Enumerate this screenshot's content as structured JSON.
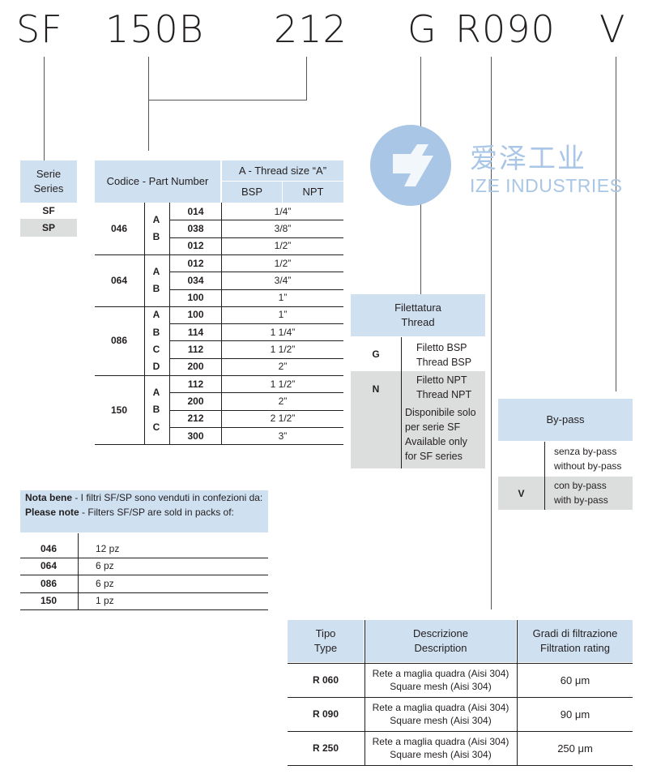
{
  "code": {
    "sf": "SF",
    "size": "150B",
    "num": "212",
    "thread": "G",
    "rating": "R090",
    "bypass": "V"
  },
  "logo": {
    "cn": "爱泽工业",
    "en": "IZE INDUSTRIES"
  },
  "series": {
    "header": [
      "Serie",
      "Series"
    ],
    "rows": [
      "SF",
      "SP"
    ]
  },
  "codes": {
    "header_code": "Codice - Part Number",
    "header_thread": "A - Thread size “A”",
    "bsp": "BSP",
    "npt": "NPT",
    "groups": [
      {
        "code": "046",
        "letters": [
          "A",
          "B"
        ],
        "rows": [
          {
            "n": "014",
            "t": "1/4”"
          },
          {
            "n": "038",
            "t": "3/8”"
          },
          {
            "n": "012",
            "t": "1/2”"
          }
        ]
      },
      {
        "code": "064",
        "letters": [
          "A",
          "B"
        ],
        "rows": [
          {
            "n": "012",
            "t": "1/2”"
          },
          {
            "n": "034",
            "t": "3/4”"
          },
          {
            "n": "100",
            "t": "1”"
          }
        ]
      },
      {
        "code": "086",
        "letters": [
          "A",
          "B",
          "C",
          "D"
        ],
        "rows": [
          {
            "n": "100",
            "t": "1”"
          },
          {
            "n": "114",
            "t": "1 1/4”"
          },
          {
            "n": "112",
            "t": "1 1/2”"
          },
          {
            "n": "200",
            "t": "2”"
          }
        ]
      },
      {
        "code": "150",
        "letters": [
          "A",
          "B",
          "C"
        ],
        "rows": [
          {
            "n": "112",
            "t": "1 1/2”"
          },
          {
            "n": "200",
            "t": "2”"
          },
          {
            "n": "212",
            "t": "2 1/2”"
          },
          {
            "n": "300",
            "t": "3”"
          }
        ]
      }
    ]
  },
  "thread": {
    "header": [
      "Filettatura",
      "Thread"
    ],
    "g": {
      "key": "G",
      "lines": [
        "Filetto BSP",
        "Thread BSP"
      ]
    },
    "n": {
      "key": "N",
      "lines": [
        "Filetto NPT",
        "Thread NPT",
        "Disponibile solo",
        "per serie SF",
        "Available only",
        "for SF series"
      ]
    }
  },
  "bypass": {
    "header": "By-pass",
    "none": {
      "key": "",
      "lines": [
        "senza by-pass",
        "without by-pass"
      ]
    },
    "v": {
      "key": "V",
      "lines": [
        "con by-pass",
        "with by-pass"
      ]
    }
  },
  "note": {
    "it_bold": "Nota bene",
    "it_rest": " - I filtri SF/SP sono venduti in confezioni da:",
    "en_bold": "Please note",
    "en_rest": " - Filters SF/SP are sold in packs of:",
    "rows": [
      {
        "c": "046",
        "q": "12 pz"
      },
      {
        "c": "064",
        "q": "6 pz"
      },
      {
        "c": "086",
        "q": "6 pz"
      },
      {
        "c": "150",
        "q": "1 pz"
      }
    ]
  },
  "rating": {
    "h_type": [
      "Tipo",
      "Type"
    ],
    "h_desc": [
      "Descrizione",
      "Description"
    ],
    "h_rate": [
      "Gradi di filtrazione",
      "Filtration rating"
    ],
    "rows": [
      {
        "t": "R 060",
        "d1": "Rete a maglia quadra (Aisi 304)",
        "d2": "Square mesh (Aisi 304)",
        "r": "60 μm"
      },
      {
        "t": "R 090",
        "d1": "Rete a maglia quadra (Aisi 304)",
        "d2": "Square mesh (Aisi 304)",
        "r": "90 μm"
      },
      {
        "t": "R 250",
        "d1": "Rete a maglia quadra (Aisi 304)",
        "d2": "Square mesh (Aisi 304)",
        "r": "250 μm"
      }
    ]
  },
  "colors": {
    "header_blue": "#cfe0f1",
    "grey": "#dcdddd",
    "logo_blue": "#9dbde0"
  }
}
